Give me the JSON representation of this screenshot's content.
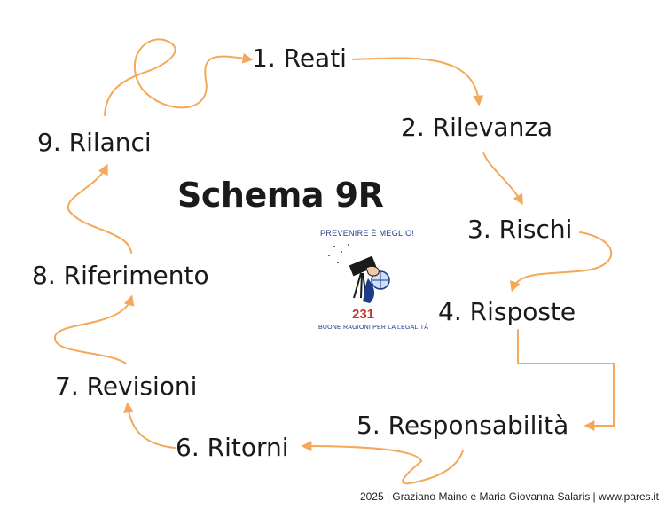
{
  "title": "Schema 9R",
  "steps": [
    "1. Reati",
    "2. Rilevanza",
    "3. Rischi",
    "4. Risposte",
    "5. Responsabilità",
    "6. Ritorni",
    "7. Revisioni",
    "8. Riferimento",
    "9. Rilanci"
  ],
  "logo": {
    "tagline": "PREVENIRE È MEGLIO!",
    "number": "231",
    "subtitle": "BUONE RAGIONI PER LA LEGALITÀ"
  },
  "footer": "2025 | Graziano Maino e Maria Giovanna Salaris | www.pares.it",
  "colors": {
    "arrow": "#F5A75A",
    "text": "#1a1a1a",
    "logo": "#1e3a8a"
  }
}
